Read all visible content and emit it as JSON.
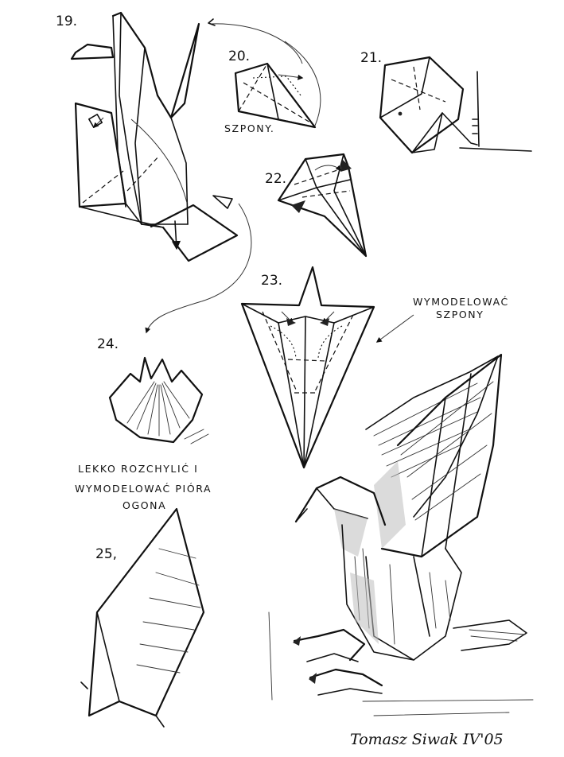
{
  "steps": [
    {
      "num": "19."
    },
    {
      "num": "20.",
      "note": "SZPONY."
    },
    {
      "num": "21."
    },
    {
      "num": "22."
    },
    {
      "num": "23.",
      "note_lines": [
        "WYMODELOWAĆ",
        "SZPONY"
      ]
    },
    {
      "num": "24.",
      "note_lines": [
        "LEKKO ROZCHYLIĆ I",
        "WYMODELOWAĆ PIÓRA",
        "OGONA"
      ]
    },
    {
      "num": "25,"
    }
  ],
  "signature": "Tomasz Siwak  IV'05"
}
